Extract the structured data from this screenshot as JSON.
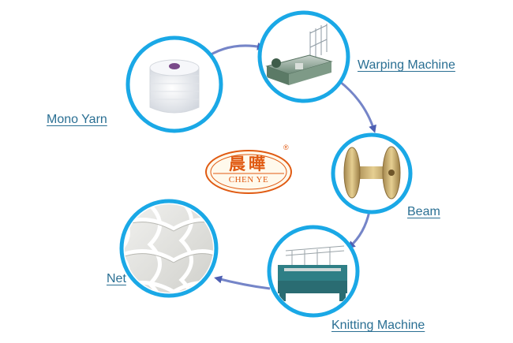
{
  "stages": [
    {
      "id": "mono-yarn",
      "label": "Mono Yarn",
      "icon": "yarn-spool-icon"
    },
    {
      "id": "warping-machine",
      "label": "Warping Machine",
      "icon": "warping-machine-icon"
    },
    {
      "id": "beam",
      "label": "Beam",
      "icon": "beam-spool-icon"
    },
    {
      "id": "knitting-machine",
      "label": "Knitting Machine",
      "icon": "knitting-machine-icon"
    },
    {
      "id": "net",
      "label": "Net",
      "icon": "net-fabric-icon"
    }
  ],
  "logo": {
    "chinese": "晨曄",
    "english": "CHEN YE",
    "registered": "®"
  },
  "colors": {
    "ring": "#1aa8e6",
    "label": "#2a6f93",
    "arrow": "#5a69b8",
    "logo": "#e05a12"
  }
}
